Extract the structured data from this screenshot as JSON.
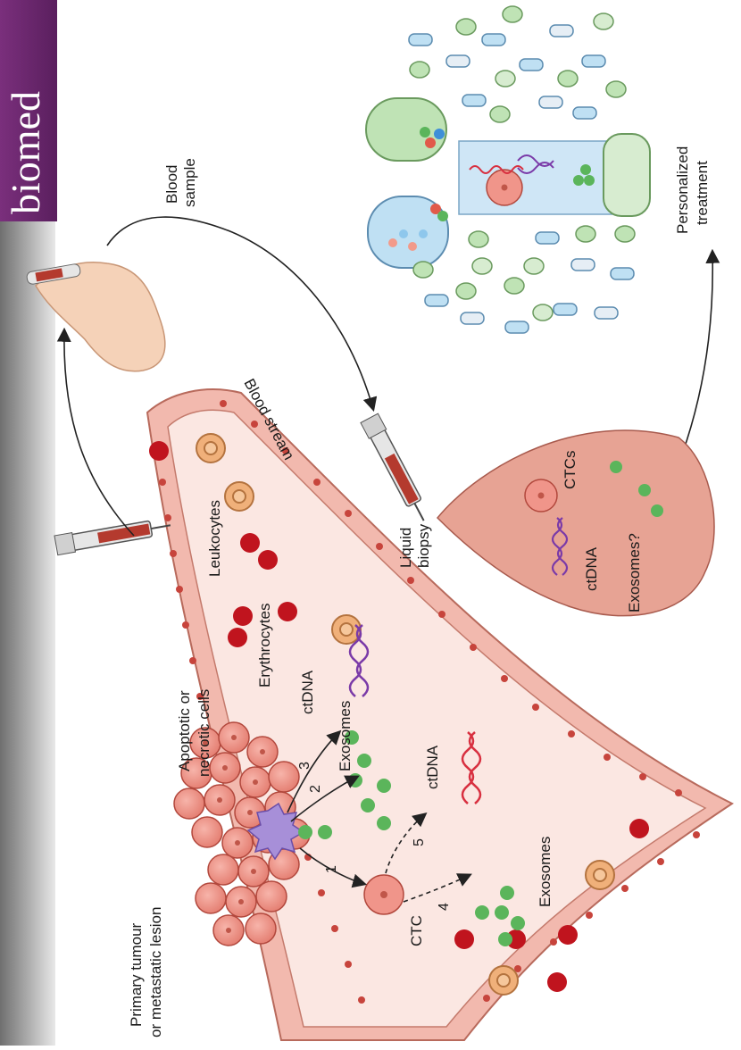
{
  "banner": {
    "text": "biomed",
    "color": "#6a2a6e"
  },
  "labels": {
    "blood_sample_1": "Blood",
    "blood_sample_2": "sample",
    "personalized_1": "Personalized",
    "personalized_2": "treatment",
    "leukocytes": "Leukocytes",
    "erythrocytes": "Erythrocytes",
    "blood_stream": "Blood stream",
    "apoptotic_1": "Apoptotic or",
    "apoptotic_2": "necrotic cells",
    "primary_1": "Primary tumour",
    "primary_2": "or metastatic lesion",
    "ctdna_vessel": "ctDNA",
    "exosomes_top": "Exosomes",
    "ctdna_red": "ctDNA",
    "exosomes_bottom": "Exosomes",
    "ctc": "CTC",
    "liquid_1": "Liquid",
    "liquid_2": "biopsy",
    "drop_ctcs": "CTCs",
    "drop_ctdna": "ctDNA",
    "drop_exosomes": "Exosomes?"
  },
  "steps": [
    "1",
    "2",
    "3",
    "4",
    "5"
  ],
  "colors": {
    "vessel_wall": "#e8a59a",
    "vessel_inside": "#fbe6e0",
    "erythrocyte": "#c0141e",
    "leukocyte": "#f0b07a",
    "tumour": "#ef8f82",
    "exosome": "#5bb55b",
    "ctdna_purple": "#7a3aa8",
    "ctdna_red": "#d83040",
    "capsule_green": "#bfe3b5",
    "capsule_blue": "#bfe0f3"
  }
}
